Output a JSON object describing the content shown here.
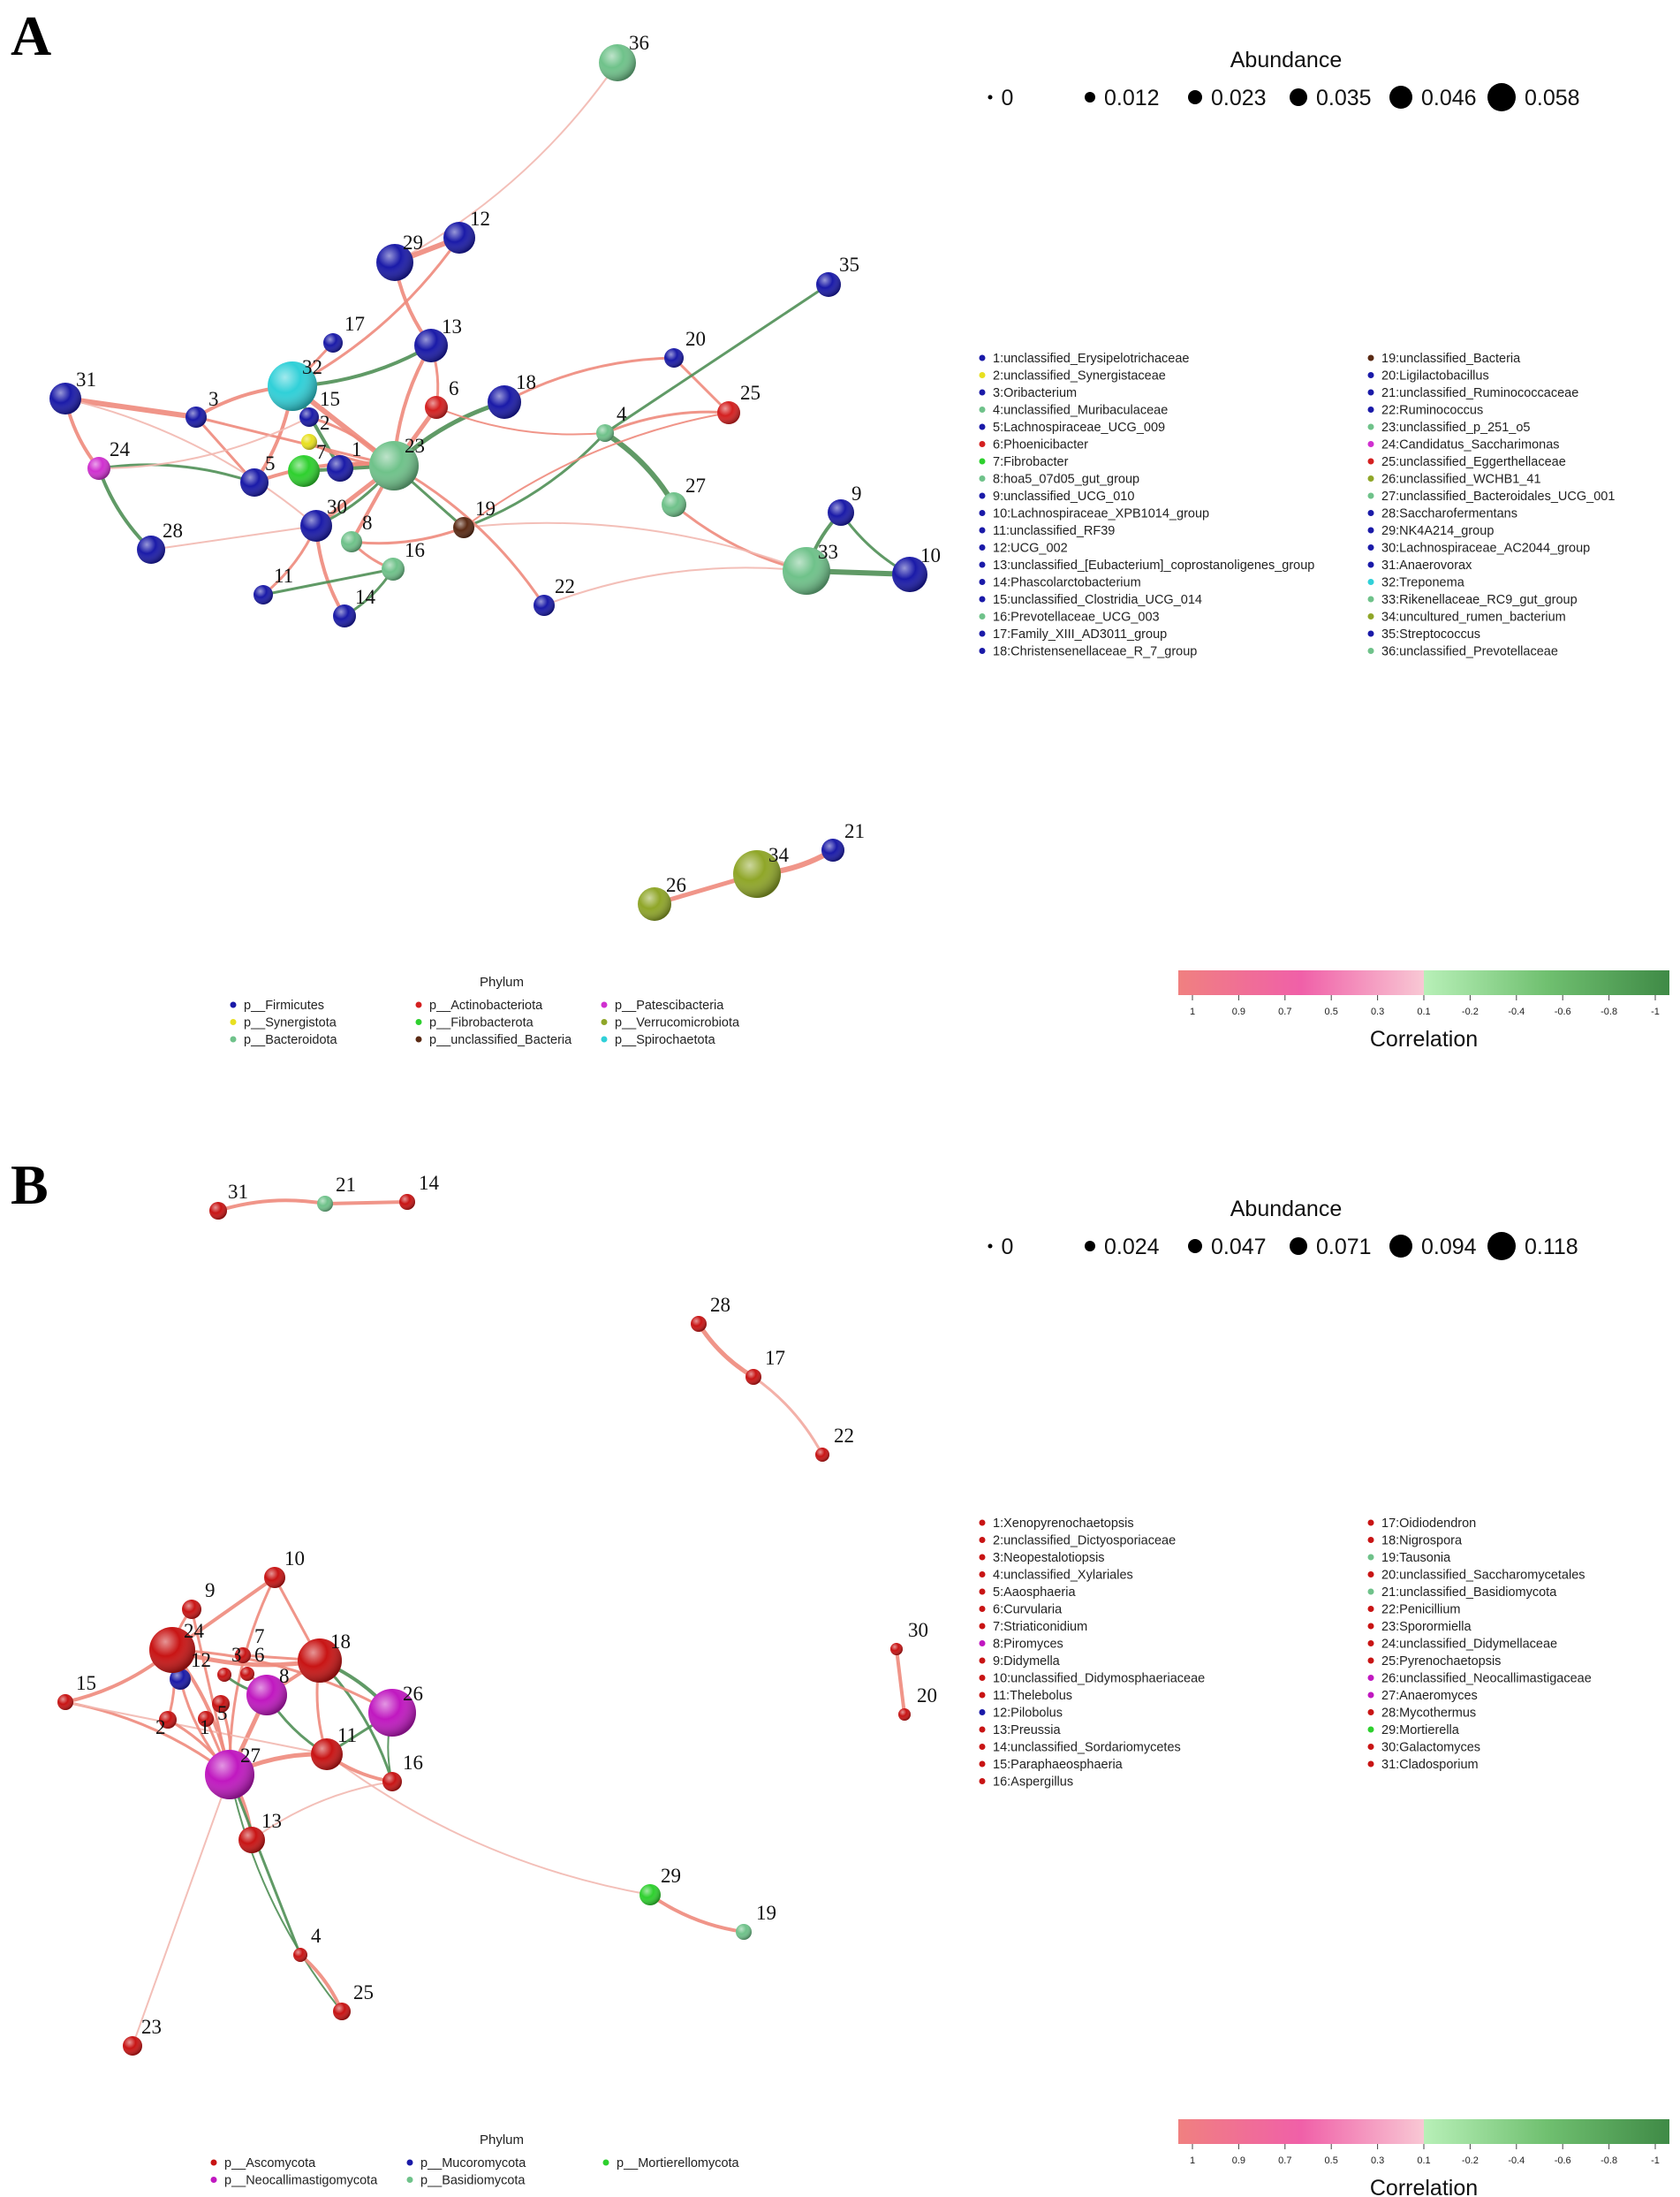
{
  "panels": [
    {
      "letter": "A",
      "abundance": {
        "title": "Abundance",
        "sizes": [
          "0",
          "0.012",
          "0.023",
          "0.035",
          "0.046",
          "0.058"
        ]
      },
      "correlation": {
        "title": "Correlation",
        "ticks": [
          "1",
          "0.9",
          "0.7",
          "0.5",
          "0.3",
          "0.1",
          "-0.2",
          "-0.4",
          "-0.6",
          "-0.8",
          "-1"
        ]
      },
      "phylum": {
        "title": "Phylum",
        "entries": [
          {
            "label": "p__Firmicutes",
            "color": "#1a1aa8"
          },
          {
            "label": "p__Synergistota",
            "color": "#e8e020"
          },
          {
            "label": "p__Bacteroidota",
            "color": "#6fc28a"
          },
          {
            "label": "p__Actinobacteriota",
            "color": "#d42020"
          },
          {
            "label": "p__Fibrobacterota",
            "color": "#2ed02e"
          },
          {
            "label": "p__unclassified_Bacteria",
            "color": "#5a2a14"
          },
          {
            "label": "p__Patescibacteria",
            "color": "#d030d0"
          },
          {
            "label": "p__Verrucomicrobiota",
            "color": "#8fa628"
          },
          {
            "label": "p__Spirochaetota",
            "color": "#30d0d8"
          }
        ]
      },
      "taxa": [
        {
          "id": "1",
          "label": "1:unclassified_Erysipelotrichaceae",
          "color": "#1a1aa8"
        },
        {
          "id": "2",
          "label": "2:unclassified_Synergistaceae",
          "color": "#e8e020"
        },
        {
          "id": "3",
          "label": "3:Oribacterium",
          "color": "#1a1aa8"
        },
        {
          "id": "4",
          "label": "4:unclassified_Muribaculaceae",
          "color": "#6fc28a"
        },
        {
          "id": "5",
          "label": "5:Lachnospiraceae_UCG_009",
          "color": "#1a1aa8"
        },
        {
          "id": "6",
          "label": "6:Phoenicibacter",
          "color": "#d42020"
        },
        {
          "id": "7",
          "label": "7:Fibrobacter",
          "color": "#2ed02e"
        },
        {
          "id": "8",
          "label": "8:hoa5_07d05_gut_group",
          "color": "#6fc28a"
        },
        {
          "id": "9",
          "label": "9:unclassified_UCG_010",
          "color": "#1a1aa8"
        },
        {
          "id": "10",
          "label": "10:Lachnospiraceae_XPB1014_group",
          "color": "#1a1aa8"
        },
        {
          "id": "11",
          "label": "11:unclassified_RF39",
          "color": "#1a1aa8"
        },
        {
          "id": "12",
          "label": "12:UCG_002",
          "color": "#1a1aa8"
        },
        {
          "id": "13",
          "label": "13:unclassified_[Eubacterium]_coprostanoligenes_group",
          "color": "#1a1aa8"
        },
        {
          "id": "14",
          "label": "14:Phascolarctobacterium",
          "color": "#1a1aa8"
        },
        {
          "id": "15",
          "label": "15:unclassified_Clostridia_UCG_014",
          "color": "#1a1aa8"
        },
        {
          "id": "16",
          "label": "16:Prevotellaceae_UCG_003",
          "color": "#6fc28a"
        },
        {
          "id": "17",
          "label": "17:Family_XIII_AD3011_group",
          "color": "#1a1aa8"
        },
        {
          "id": "18",
          "label": "18:Christensenellaceae_R_7_group",
          "color": "#1a1aa8"
        },
        {
          "id": "19",
          "label": "19:unclassified_Bacteria",
          "color": "#5a2a14"
        },
        {
          "id": "20",
          "label": "20:Ligilactobacillus",
          "color": "#1a1aa8"
        },
        {
          "id": "21",
          "label": "21:unclassified_Ruminococcaceae",
          "color": "#1a1aa8"
        },
        {
          "id": "22",
          "label": "22:Ruminococcus",
          "color": "#1a1aa8"
        },
        {
          "id": "23",
          "label": "23:unclassified_p_251_o5",
          "color": "#6fc28a"
        },
        {
          "id": "24",
          "label": "24:Candidatus_Saccharimonas",
          "color": "#d030d0"
        },
        {
          "id": "25",
          "label": "25:unclassified_Eggerthellaceae",
          "color": "#d42020"
        },
        {
          "id": "26",
          "label": "26:unclassified_WCHB1_41",
          "color": "#8fa628"
        },
        {
          "id": "27",
          "label": "27:unclassified_Bacteroidales_UCG_001",
          "color": "#6fc28a"
        },
        {
          "id": "28",
          "label": "28:Saccharofermentans",
          "color": "#1a1aa8"
        },
        {
          "id": "29",
          "label": "29:NK4A214_group",
          "color": "#1a1aa8"
        },
        {
          "id": "30",
          "label": "30:Lachnospiraceae_AC2044_group",
          "color": "#1a1aa8"
        },
        {
          "id": "31",
          "label": "31:Anaerovorax",
          "color": "#1a1aa8"
        },
        {
          "id": "32",
          "label": "32:Treponema",
          "color": "#30d0d8"
        },
        {
          "id": "33",
          "label": "33:Rikenellaceae_RC9_gut_group",
          "color": "#6fc28a"
        },
        {
          "id": "34",
          "label": "34:uncultured_rumen_bacterium",
          "color": "#8fa628"
        },
        {
          "id": "35",
          "label": "35:Streptococcus",
          "color": "#1a1aa8"
        },
        {
          "id": "36",
          "label": "36:unclassified_Prevotellaceae",
          "color": "#6fc28a"
        }
      ]
    },
    {
      "letter": "B",
      "abundance": {
        "title": "Abundance",
        "sizes": [
          "0",
          "0.024",
          "0.047",
          "0.071",
          "0.094",
          "0.118"
        ]
      },
      "correlation": {
        "title": "Correlation",
        "ticks": [
          "1",
          "0.9",
          "0.7",
          "0.5",
          "0.3",
          "0.1",
          "-0.2",
          "-0.4",
          "-0.6",
          "-0.8",
          "-1"
        ]
      },
      "phylum": {
        "title": "Phylum",
        "entries": [
          {
            "label": "p__Ascomycota",
            "color": "#c81414"
          },
          {
            "label": "p__Neocallimastigomycota",
            "color": "#c018c0"
          },
          {
            "label": "p__Mucoromycota",
            "color": "#1a1aa8"
          },
          {
            "label": "p__Basidiomycota",
            "color": "#6fc28a"
          },
          {
            "label": "p__Mortierellomycota",
            "color": "#2ed02e"
          }
        ]
      },
      "taxa": [
        {
          "id": "1",
          "label": "1:Xenopyrenochaetopsis",
          "color": "#c81414"
        },
        {
          "id": "2",
          "label": "2:unclassified_Dictyosporiaceae",
          "color": "#c81414"
        },
        {
          "id": "3",
          "label": "3:Neopestalotiopsis",
          "color": "#c81414"
        },
        {
          "id": "4",
          "label": "4:unclassified_Xylariales",
          "color": "#c81414"
        },
        {
          "id": "5",
          "label": "5:Aaosphaeria",
          "color": "#c81414"
        },
        {
          "id": "6",
          "label": "6:Curvularia",
          "color": "#c81414"
        },
        {
          "id": "7",
          "label": "7:Striaticonidium",
          "color": "#c81414"
        },
        {
          "id": "8",
          "label": "8:Piromyces",
          "color": "#c018c0"
        },
        {
          "id": "9",
          "label": "9:Didymella",
          "color": "#c81414"
        },
        {
          "id": "10",
          "label": "10:unclassified_Didymosphaeriaceae",
          "color": "#c81414"
        },
        {
          "id": "11",
          "label": "11:Thelebolus",
          "color": "#c81414"
        },
        {
          "id": "12",
          "label": "12:Pilobolus",
          "color": "#1a1aa8"
        },
        {
          "id": "13",
          "label": "13:Preussia",
          "color": "#c81414"
        },
        {
          "id": "14",
          "label": "14:unclassified_Sordariomycetes",
          "color": "#c81414"
        },
        {
          "id": "15",
          "label": "15:Paraphaeosphaeria",
          "color": "#c81414"
        },
        {
          "id": "16",
          "label": "16:Aspergillus",
          "color": "#c81414"
        },
        {
          "id": "17",
          "label": "17:Oidiodendron",
          "color": "#c81414"
        },
        {
          "id": "18",
          "label": "18:Nigrospora",
          "color": "#c81414"
        },
        {
          "id": "19",
          "label": "19:Tausonia",
          "color": "#6fc28a"
        },
        {
          "id": "20",
          "label": "20:unclassified_Saccharomycetales",
          "color": "#c81414"
        },
        {
          "id": "21",
          "label": "21:unclassified_Basidiomycota",
          "color": "#6fc28a"
        },
        {
          "id": "22",
          "label": "22:Penicillium",
          "color": "#c81414"
        },
        {
          "id": "23",
          "label": "23:Sporormiella",
          "color": "#c81414"
        },
        {
          "id": "24",
          "label": "24:unclassified_Didymellaceae",
          "color": "#c81414"
        },
        {
          "id": "25",
          "label": "25:Pyrenochaetopsis",
          "color": "#c81414"
        },
        {
          "id": "26",
          "label": "26:unclassified_Neocallimastigaceae",
          "color": "#c018c0"
        },
        {
          "id": "27",
          "label": "27:Anaeromyces",
          "color": "#c018c0"
        },
        {
          "id": "28",
          "label": "28:Mycothermus",
          "color": "#c81414"
        },
        {
          "id": "29",
          "label": "29:Mortierella",
          "color": "#2ed02e"
        },
        {
          "id": "30",
          "label": "30:Galactomyces",
          "color": "#c81414"
        },
        {
          "id": "31",
          "label": "31:Cladosporium",
          "color": "#c81414"
        }
      ]
    }
  ]
}
